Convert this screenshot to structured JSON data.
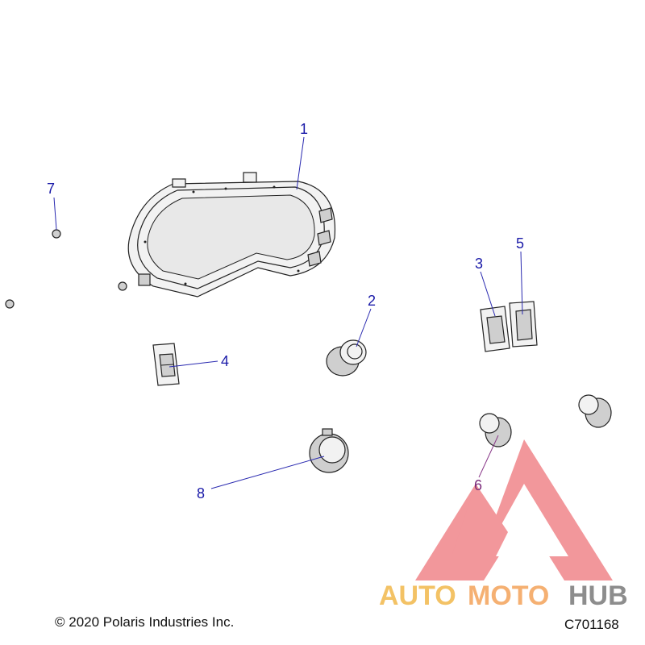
{
  "callouts": {
    "c1": "1",
    "c2": "2",
    "c3": "3",
    "c4": "4",
    "c5": "5",
    "c6": "6",
    "c7": "7",
    "c8": "8"
  },
  "watermark": {
    "text_auto": "AUTO",
    "text_moto": "MOTO",
    "text_hub": "HUB",
    "color_triangle": "#e8434a",
    "color_auto": "#f2b84b",
    "color_moto": "#f4a35a",
    "color_hub": "#7a7a7a"
  },
  "footer": {
    "copyright": "© 2020 Polaris Industries Inc.",
    "drawing_code": "C701168"
  },
  "colors": {
    "callout_text": "#1a1aa8",
    "callout_6": "#7a2a7a"
  }
}
